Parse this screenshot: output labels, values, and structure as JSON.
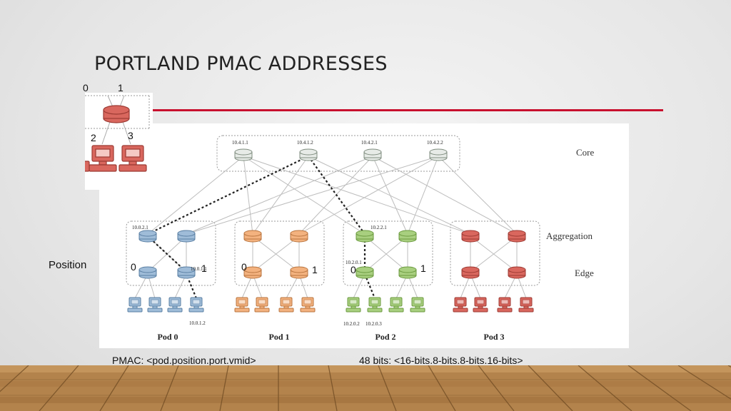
{
  "slide": {
    "title": "PORTLAND PMAC ADDRESSES",
    "accent_color": "#c8102e"
  },
  "inset": {
    "top_labels": [
      "0",
      "1"
    ],
    "port_labels": [
      "2",
      "3"
    ]
  },
  "position_label": "Position",
  "overlay_positions": [
    "0",
    "1",
    "0",
    "1",
    "0",
    "1"
  ],
  "diagram": {
    "layers": [
      "Core",
      "Aggregation",
      "Edge"
    ],
    "core_addresses": [
      "10.4.1.1",
      "10.4.1.2",
      "10.4.2.1",
      "10.4.2.2"
    ],
    "pods": [
      {
        "name": "Pod 0",
        "color": "#9fbcd8",
        "stroke": "#5a7fa3"
      },
      {
        "name": "Pod 1",
        "color": "#f3b27f",
        "stroke": "#b8743f"
      },
      {
        "name": "Pod 2",
        "color": "#a8cf7f",
        "stroke": "#6b9a3f"
      },
      {
        "name": "Pod 3",
        "color": "#d9675e",
        "stroke": "#9c3a33"
      }
    ],
    "addresses": {
      "pod0_agg": "10.0.2.1",
      "pod0_edge": "10.0.1.1",
      "pod0_host": "10.0.1.2",
      "pod2_agg": "10.2.2.1",
      "pod2_edge": "10.2.0.1",
      "pod2_host_a": "10.2.0.2",
      "pod2_host_b": "10.2.0.3"
    }
  },
  "footer": {
    "pmac_format": "PMAC: <pod.position.port.vmid>",
    "bits_format": "48 bits: <16-bits.8-bits.8-bits.16-bits>"
  }
}
